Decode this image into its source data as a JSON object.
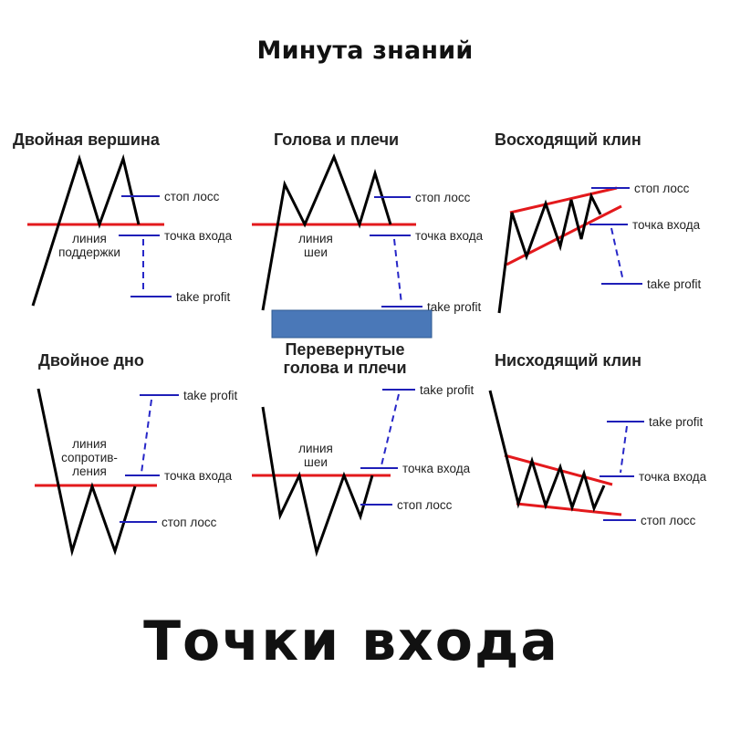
{
  "header": {
    "title": "Минута знаний"
  },
  "footer": {
    "title": "Точки входа"
  },
  "colors": {
    "support_line": "#e3191c",
    "level_marker": "#1f1fb8",
    "price_line": "#000000",
    "cover_box": "#4a78b8"
  },
  "patterns": [
    {
      "id": "double-top",
      "title": [
        "Двойная вершина"
      ],
      "center_label": [
        "линия",
        "поддержки"
      ],
      "markers": [
        {
          "label": "стоп лосс"
        },
        {
          "label": "точка входа"
        },
        {
          "label": "take profit"
        }
      ]
    },
    {
      "id": "head-shoulders",
      "title": [
        "Голова и плечи"
      ],
      "center_label": [
        "линия",
        "шеи"
      ],
      "markers": [
        {
          "label": "стоп лосс"
        },
        {
          "label": "точка входа"
        },
        {
          "label": "take profit"
        }
      ]
    },
    {
      "id": "rising-wedge",
      "title": [
        "Восходящий клин"
      ],
      "center_label": [],
      "markers": [
        {
          "label": "стоп лосс"
        },
        {
          "label": "точка входа"
        },
        {
          "label": "take profit"
        }
      ]
    },
    {
      "id": "double-bottom",
      "title": [
        "Двойное дно"
      ],
      "center_label": [
        "линия",
        "сопротив-",
        "ления"
      ],
      "markers": [
        {
          "label": "take profit"
        },
        {
          "label": "точка входа"
        },
        {
          "label": "стоп лосс"
        }
      ]
    },
    {
      "id": "inverse-head-shoulders",
      "title": [
        "Перевернутые",
        "голова и плечи"
      ],
      "center_label": [
        "линия",
        "шеи"
      ],
      "markers": [
        {
          "label": "take profit"
        },
        {
          "label": "точка входа"
        },
        {
          "label": "стоп лосс"
        }
      ]
    },
    {
      "id": "falling-wedge",
      "title": [
        "Нисходящий клин"
      ],
      "center_label": [],
      "markers": [
        {
          "label": "take profit"
        },
        {
          "label": "точка входа"
        },
        {
          "label": "стоп лосс"
        }
      ]
    }
  ]
}
